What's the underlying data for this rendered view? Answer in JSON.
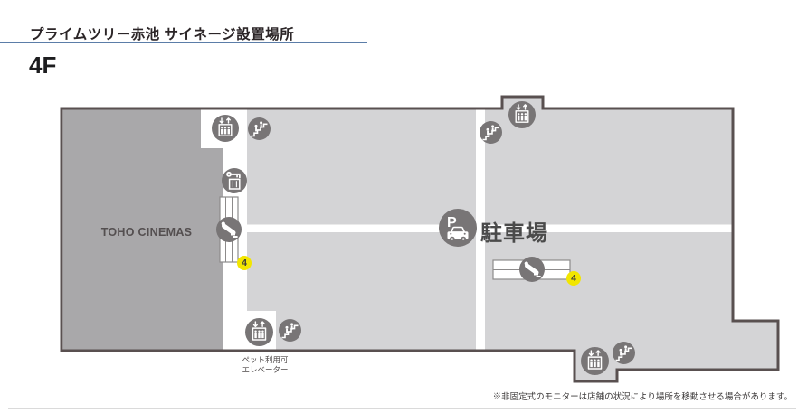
{
  "header": {
    "title": "プライムツリー赤池 サイネージ設置場所",
    "floor": "4F"
  },
  "map": {
    "cinema_label": "TOHO CINEMAS",
    "parking_label": "駐車場",
    "pet_elevator_note": {
      "line1": "ペット利用可",
      "line2": "エレベーター"
    },
    "signage_markers": [
      {
        "location": "west-corridor-escalator",
        "number": "4"
      },
      {
        "location": "central-parking-escalator",
        "number": "4"
      }
    ],
    "icons": [
      "elevator-icon",
      "stairs-icon",
      "key-service-elevator-icon",
      "escalator-icon",
      "parking-car-icon"
    ],
    "colors": {
      "floor_fill": "#d4d4d6",
      "cinema_fill": "#a9a8aa",
      "outline": "#595050",
      "icon_circle": "#787576",
      "marker_yellow": "#f2e600",
      "title_underline": "#5b7da8"
    }
  },
  "footer": {
    "note": "※非固定式のモニターは店舗の状況により場所を移動させる場合があります。"
  }
}
